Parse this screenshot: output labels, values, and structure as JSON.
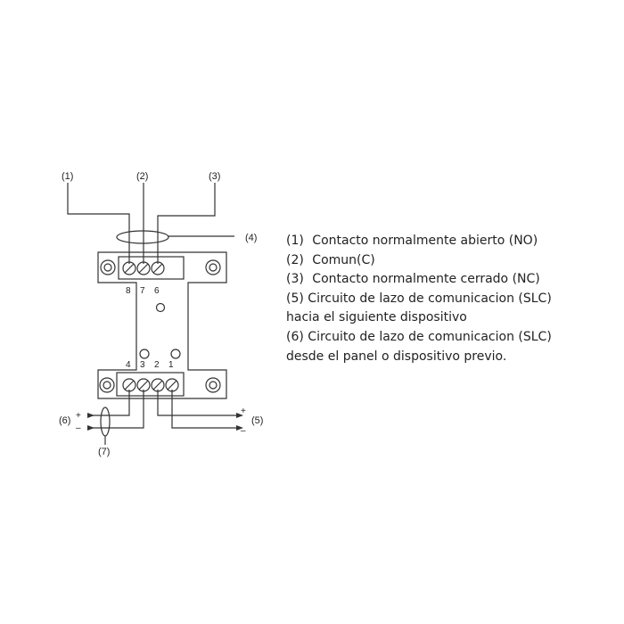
{
  "diagram": {
    "callouts": {
      "c1": "(1)",
      "c2": "(2)",
      "c3": "(3)",
      "c4": "(4)",
      "c5": "(5)",
      "c6": "(6)",
      "c7": "(7)"
    },
    "top_terminals": [
      "8",
      "7",
      "6"
    ],
    "bottom_terminals": [
      "4",
      "3",
      "2",
      "1"
    ],
    "polarity": {
      "plus": "+",
      "minus": "–"
    }
  },
  "legend": [
    {
      "num": "(1)",
      "text": "Contacto normalmente abierto (NO)"
    },
    {
      "num": "(2)",
      "text": "Comun(C)"
    },
    {
      "num": "(3)",
      "text": "Contacto normalmente cerrado (NC)"
    },
    {
      "num": "(5)",
      "text": "Circuito de lazo de comunicacion (SLC)",
      "cont": "hacia el siguiente dispositivo"
    },
    {
      "num": "(6)",
      "text": "Circuito de lazo de comunicacion (SLC)",
      "cont": "desde el panel o dispositivo previo."
    }
  ]
}
